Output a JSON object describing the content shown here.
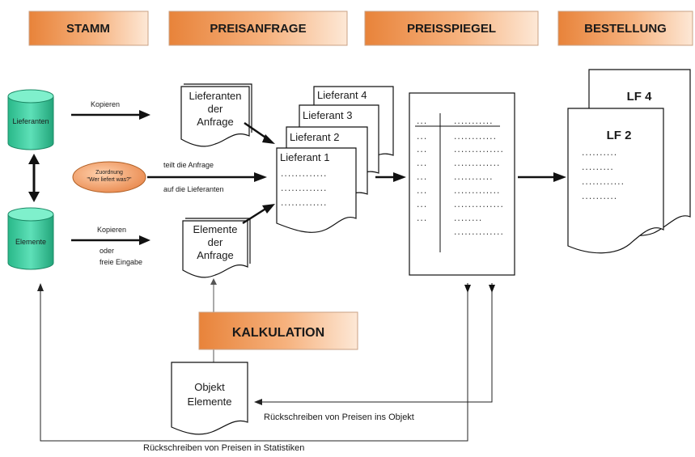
{
  "headers": {
    "stamm": "STAMM",
    "preisanfrage": "PREISANFRAGE",
    "preisspiegel": "PREISSPIEGEL",
    "bestellung": "BESTELLUNG"
  },
  "databases": {
    "lieferanten": "Lieferanten",
    "elemente": "Elemente"
  },
  "arrows": {
    "kopieren_top": "Kopieren",
    "kopieren_bottom": "Kopieren",
    "oder": "oder",
    "freie_eingabe": "freie Eingabe",
    "teilt_1": "teilt die Anfrage",
    "teilt_2": "auf die Lieferanten"
  },
  "zuordnung": {
    "line1": "Zuordnung",
    "line2": "\"Wer liefert was?\""
  },
  "documents": {
    "lieferanten_anfrage": [
      "Lieferanten",
      "der",
      "Anfrage"
    ],
    "elemente_anfrage": [
      "Elemente",
      "der",
      "Anfrage"
    ],
    "objekt_elemente": [
      "Objekt",
      "Elemente"
    ]
  },
  "suppliers": [
    "Lieferant 4",
    "Lieferant 3",
    "Lieferant 2",
    "Lieferant 1"
  ],
  "supplier_dots": [
    ".............",
    ".............",
    "............."
  ],
  "preisspiegel_table": {
    "left": [
      "...",
      "...",
      "...",
      "...",
      "...",
      "...",
      "...",
      "..."
    ],
    "right": [
      "...........",
      "............",
      "..............",
      ".............",
      "...........",
      ".............",
      "..............",
      "........",
      ".............."
    ]
  },
  "bestellung_docs": {
    "back": "LF 4",
    "front": "LF 2",
    "lines": [
      "..........",
      ".........",
      "............",
      ".........."
    ]
  },
  "kalkulation": "KALKULATION",
  "feedback": {
    "objekt": "Rückschreiben von Preisen ins Objekt",
    "statistiken": "Rückschreiben von Preisen in Statistiken"
  },
  "colors": {
    "header_gradient_start": "#e8833a",
    "header_gradient_end": "#fde8d6",
    "cylinder_green": "#2fc99a",
    "ellipse_orange": "#f0a46a"
  }
}
